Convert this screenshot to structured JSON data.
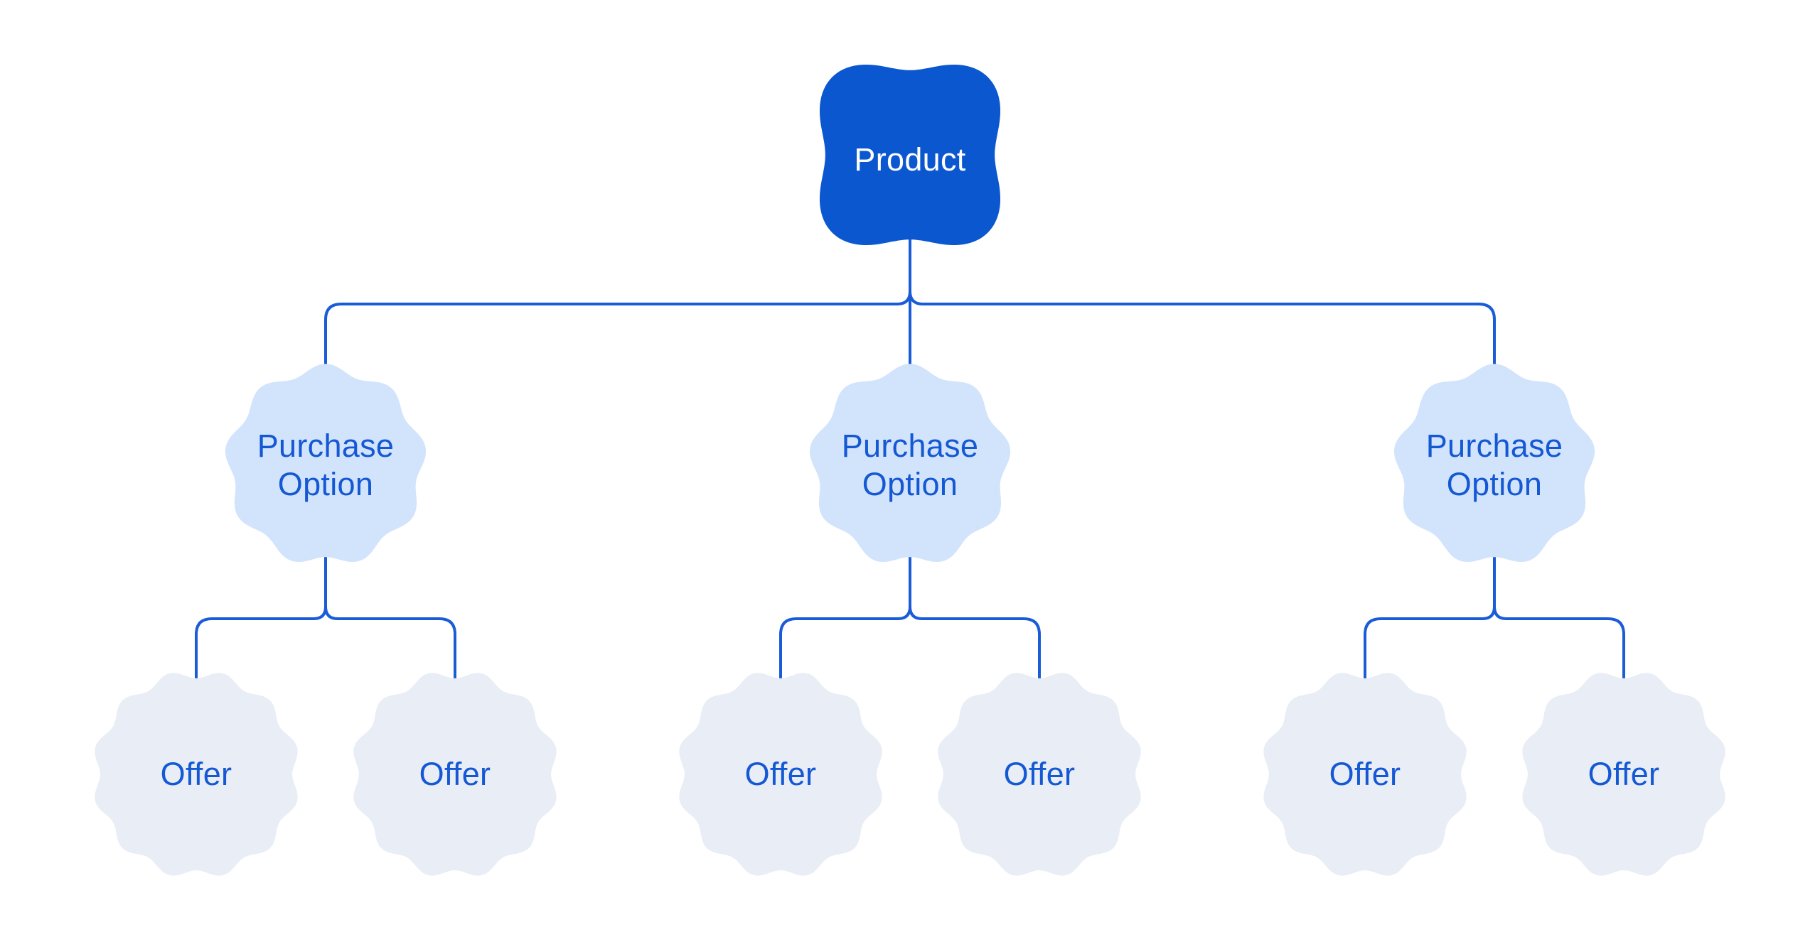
{
  "diagram": {
    "root": {
      "label": "Product"
    },
    "purchase_options": [
      {
        "label": "Purchase Option",
        "label_line1": "Purchase",
        "label_line2": "Option",
        "offers": [
          {
            "label": "Offer"
          },
          {
            "label": "Offer"
          }
        ]
      },
      {
        "label": "Purchase Option",
        "label_line1": "Purchase",
        "label_line2": "Option",
        "offers": [
          {
            "label": "Offer"
          },
          {
            "label": "Offer"
          }
        ]
      },
      {
        "label": "Purchase Option",
        "label_line1": "Purchase",
        "label_line2": "Option",
        "offers": [
          {
            "label": "Offer"
          },
          {
            "label": "Offer"
          }
        ]
      }
    ]
  },
  "colors": {
    "background": "#FFFFFF",
    "product_fill": "#0B57D0",
    "product_text": "#FFFFFF",
    "purchase_option_fill": "#D2E3FC",
    "offer_fill": "#E8EDF6",
    "label_blue": "#1458D4",
    "connector_line": "#1A5CD8"
  },
  "icons": {
    "product_shape": "cookie-4-lobe-blob",
    "purchase_option_shape": "cookie-9-lobe-blob",
    "offer_shape": "cookie-12-lobe-blob"
  }
}
